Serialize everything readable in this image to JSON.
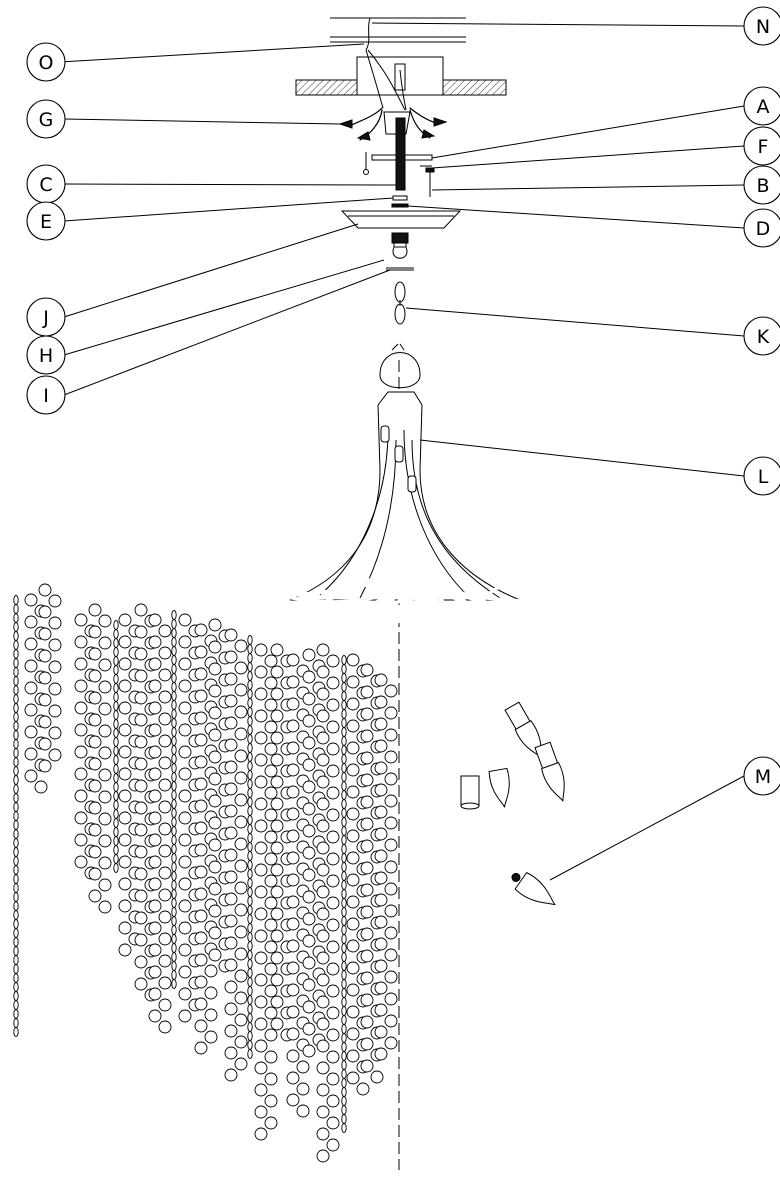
{
  "callouts": [
    {
      "id": "N",
      "label": "N"
    },
    {
      "id": "O",
      "label": "O"
    },
    {
      "id": "G",
      "label": "G"
    },
    {
      "id": "A",
      "label": "A"
    },
    {
      "id": "F",
      "label": "F"
    },
    {
      "id": "C",
      "label": "C"
    },
    {
      "id": "B",
      "label": "B"
    },
    {
      "id": "E",
      "label": "E"
    },
    {
      "id": "D",
      "label": "D"
    },
    {
      "id": "J",
      "label": "J"
    },
    {
      "id": "K",
      "label": "K"
    },
    {
      "id": "H",
      "label": "H"
    },
    {
      "id": "I",
      "label": "I"
    },
    {
      "id": "L",
      "label": "L"
    },
    {
      "id": "M",
      "label": "M"
    }
  ],
  "colors": {
    "ink": "#000000",
    "paper": "#ffffff"
  }
}
